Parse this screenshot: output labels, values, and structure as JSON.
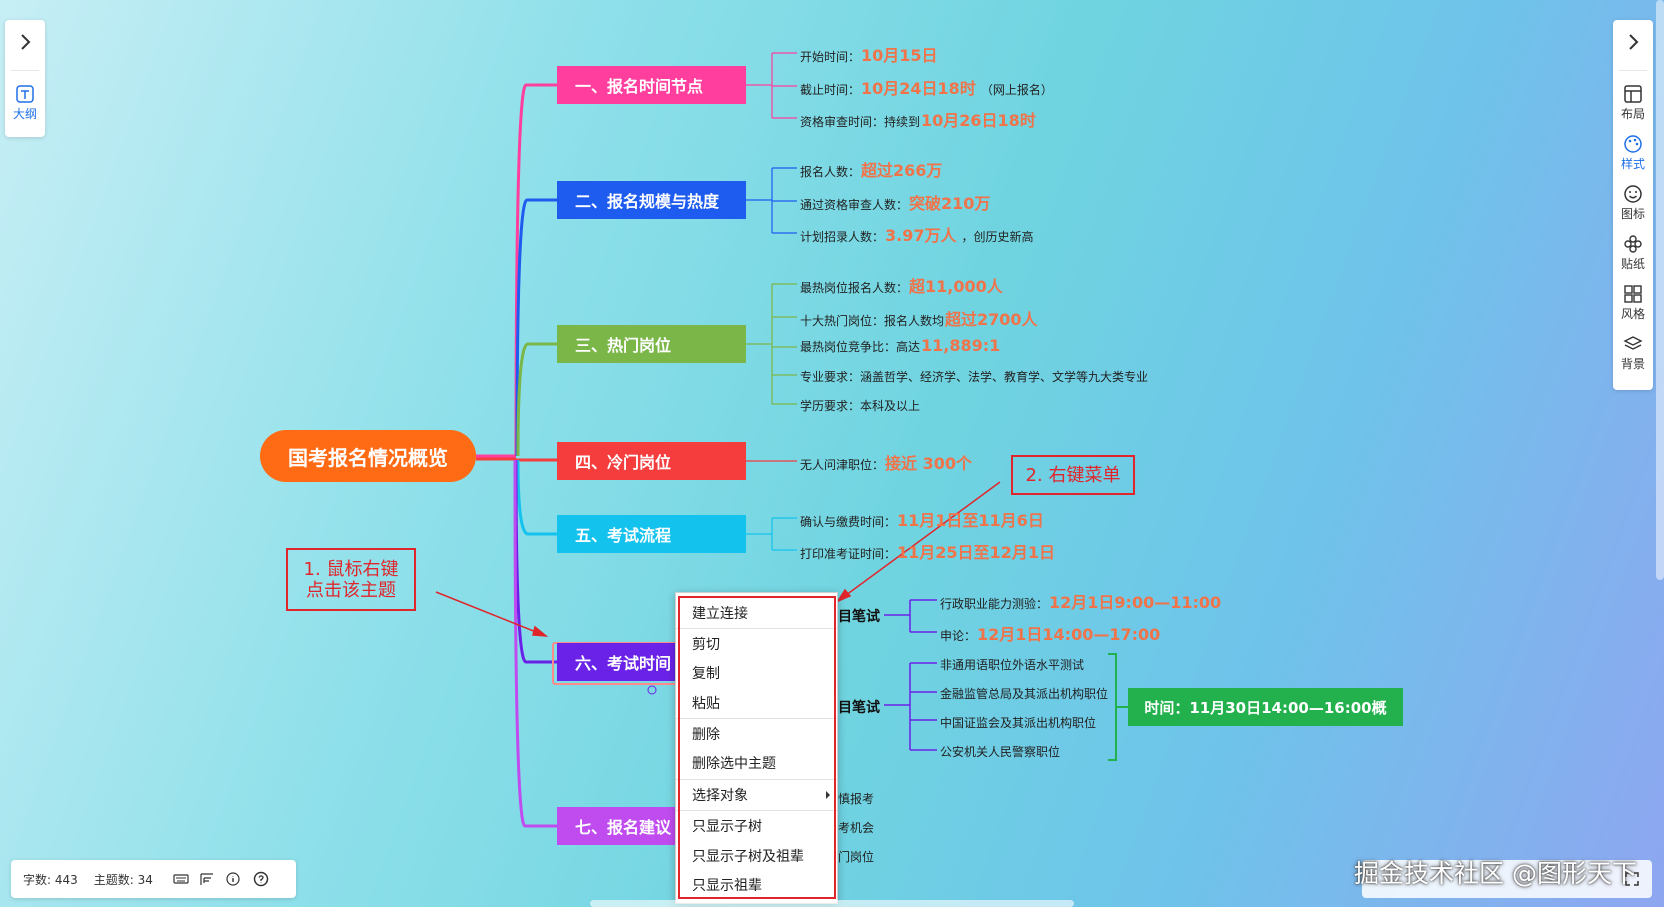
{
  "left_panel": {
    "expand_icon": "chevron-right-icon",
    "outline_label": "大纲"
  },
  "right_panel": {
    "expand_icon": "chevron-right-icon",
    "items": [
      {
        "label": "布局",
        "icon": "layout-icon"
      },
      {
        "label": "样式",
        "icon": "palette-icon"
      },
      {
        "label": "图标",
        "icon": "smile-icon"
      },
      {
        "label": "贴纸",
        "icon": "flower-icon"
      },
      {
        "label": "风格",
        "icon": "grid-icon"
      },
      {
        "label": "背景",
        "icon": "layers-icon"
      }
    ]
  },
  "colors": {
    "root": "#ff6a14",
    "b1": "#ff3e9e",
    "b2": "#1e5cf0",
    "b3": "#7ab648",
    "b4": "#f53d3d",
    "b5": "#14c2ee",
    "b6": "#6b22e8",
    "b7": "#c04cf0",
    "highlight": "#f0734a"
  },
  "mindmap": {
    "root": "国考报名情况概览",
    "b1": {
      "title": "一、报名时间节点",
      "l1": {
        "label": "开始时间：",
        "value": "10月15日"
      },
      "l2": {
        "label": "截止时间：",
        "value": "10月24日18时",
        "note": "（网上报名）"
      },
      "l3": {
        "label": "资格审查时间：持续到",
        "value": "10月26日18时"
      }
    },
    "b2": {
      "title": "二、报名规模与热度",
      "l1": {
        "label": "报名人数：",
        "value": "超过266万"
      },
      "l2": {
        "label": "通过资格审查人数：",
        "value": "突破210万"
      },
      "l3": {
        "label": "计划招录人数：",
        "value": "3.97万人",
        "note": "，创历史新高"
      }
    },
    "b3": {
      "title": "三、热门岗位",
      "l1": {
        "label": "最热岗位报名人数：",
        "value": "超11,000人"
      },
      "l2": {
        "label": "十大热门岗位：报名人数均",
        "value": "超过2700人"
      },
      "l3": {
        "label": "最热岗位竞争比：高达",
        "value": "11,889:1"
      },
      "l4": {
        "label": "专业要求：涵盖哲学、经济学、法学、教育学、文学等九大类专业"
      },
      "l5": {
        "label": "学历要求：本科及以上"
      }
    },
    "b4": {
      "title": "四、冷门岗位",
      "l1": {
        "label": "无人问津职位：",
        "value": "接近 300个"
      }
    },
    "b5": {
      "title": "五、考试流程",
      "l1": {
        "label": "确认与缴费时间：",
        "value": "11月1日至11月6日"
      },
      "l2": {
        "label": "打印准考证时间：",
        "value": "11月25日至12月1日"
      }
    },
    "b6": {
      "title": "六、考试时间",
      "s1": "目笔试",
      "s1l1": {
        "label": "行政职业能力测验：",
        "value": "12月1日9:00—11:00"
      },
      "s1l2": {
        "label": "申论：",
        "value": "12月1日14:00—17:00"
      },
      "s2": "目笔试",
      "s2l1": "非通用语职位外语水平测试",
      "s2l2": "金融监管总局及其派出机构职位",
      "s2l3": "中国证监会及其派出机构职位",
      "s2l4": "公安机关人民警察职位",
      "time_box": "时间：11月30日14:00—16:00概"
    },
    "b7": {
      "title": "七、报名建议",
      "l1": "慎报考",
      "l2": "考机会",
      "l3": "门岗位"
    }
  },
  "annotations": {
    "a1": "1. 鼠标右键\n点击该主题",
    "a2": "2. 右键菜单"
  },
  "context_menu": {
    "items": [
      "建立连接",
      "剪切",
      "复制",
      "粘贴",
      "删除",
      "删除选中主题",
      "选择对象",
      "只显示子树",
      "只显示子树及祖辈",
      "只显示祖辈"
    ]
  },
  "status": {
    "words": "字数: 443",
    "topics": "主题数: 34"
  },
  "watermark": "掘金技术社区 @图形天下"
}
